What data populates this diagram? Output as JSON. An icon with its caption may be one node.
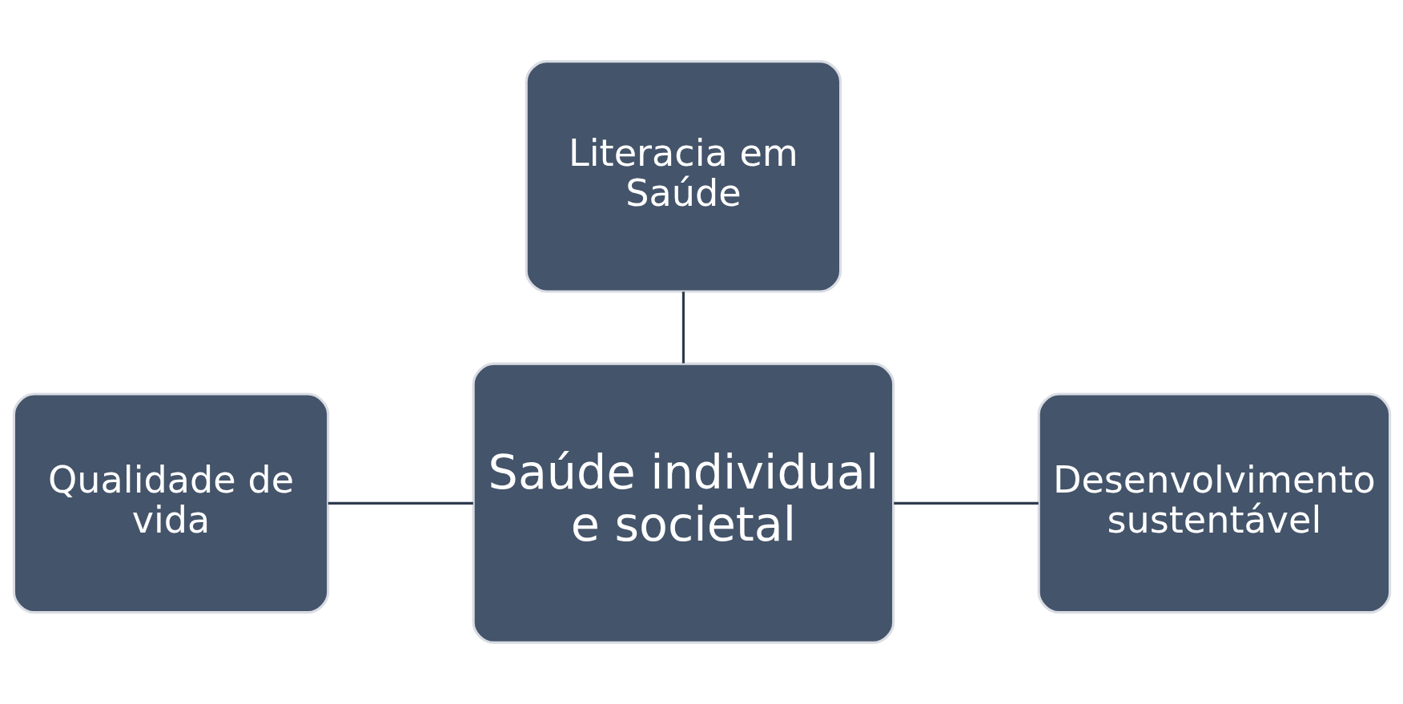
{
  "diagram": {
    "nodes": [
      {
        "text": [
          "Literacia em Saúde"
        ]
      },
      {
        "text": [
          "Saúde individual e societal"
        ]
      },
      {
        "text": [
          "Qualidade de vida"
        ]
      },
      {
        "text": [
          "Desenvolvimento sustentável"
        ]
      }
    ],
    "edges": [
      {
        "from": 0,
        "to": 1,
        "arrow": "none"
      },
      {
        "from": 1,
        "to": 2,
        "arrow": "none"
      },
      {
        "from": 1,
        "to": 3,
        "arrow": "none"
      }
    ]
  }
}
